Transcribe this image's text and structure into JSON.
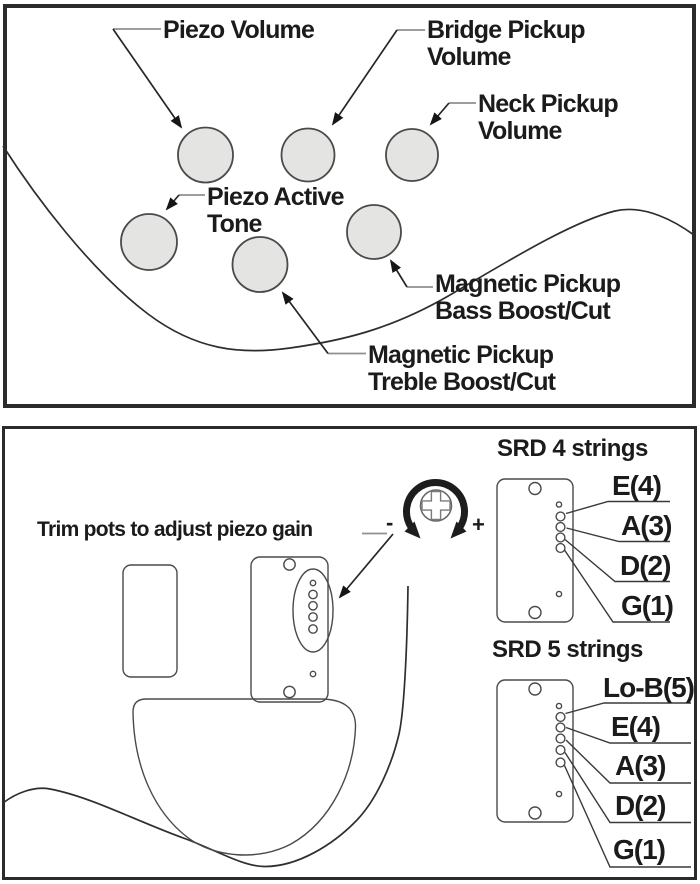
{
  "controls_panel": {
    "piezo_volume": "Piezo Volume",
    "bridge_pickup_volume_l1": "Bridge Pickup",
    "bridge_pickup_volume_l2": "Volume",
    "neck_pickup_volume_l1": "Neck Pickup",
    "neck_pickup_volume_l2": "Volume",
    "piezo_active_tone_l1": "Piezo Active",
    "piezo_active_tone_l2": "Tone",
    "magnetic_bass_l1": "Magnetic Pickup",
    "magnetic_bass_l2": "Bass Boost/Cut",
    "magnetic_treble_l1": "Magnetic Pickup",
    "magnetic_treble_l2": "Treble Boost/Cut"
  },
  "trim_panel": {
    "caption": "Trim pots to adjust piezo gain",
    "minus_label": "-",
    "plus_label": "+",
    "srd4": {
      "heading": "SRD 4 strings",
      "strings": [
        "E(4)",
        "A(3)",
        "D(2)",
        "G(1)"
      ]
    },
    "srd5": {
      "heading": "SRD 5 strings",
      "strings": [
        "Lo-B(5)",
        "E(4)",
        "A(3)",
        "D(2)",
        "G(1)"
      ]
    }
  },
  "icons": {
    "trimpot_rotation": "rotation-arrow",
    "trimpot_screw": "phillips-screw-head"
  },
  "colors": {
    "knob_fill": "#e4e4e3",
    "knob_stroke": "#4a4a4a",
    "line": "#2e2e2e",
    "stub": "#8f8f8f",
    "text": "#1b1b1b"
  }
}
